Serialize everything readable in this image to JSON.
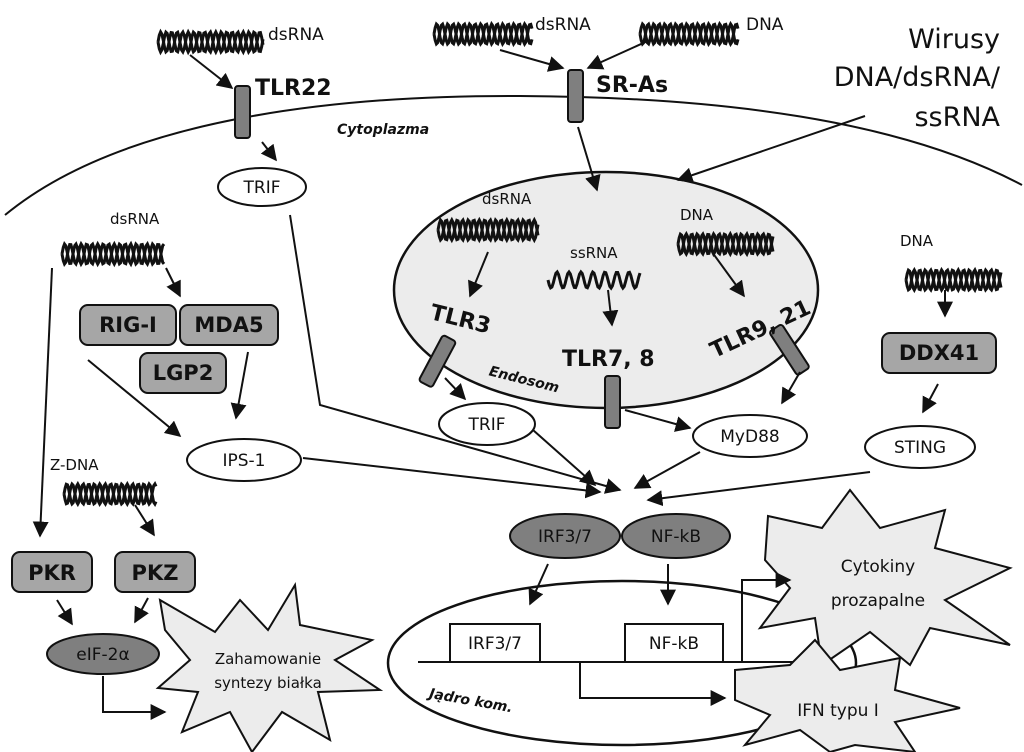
{
  "labels": {
    "dsrna_tl": "dsRNA",
    "dsrna_top": "dsRNA",
    "dna_top": "DNA",
    "virus_1": "Wirusy",
    "virus_2": "DNA/dsRNA/",
    "virus_3": "ssRNA",
    "tlr22": "TLR22",
    "sras": "SR-As",
    "cytoplasm": "Cytoplazma",
    "trif_top": "TRIF",
    "dsrna_endo": "dsRNA",
    "ssrna_endo": "ssRNA",
    "dna_endo": "DNA",
    "tlr3": "TLR3",
    "tlr78": "TLR7, 8",
    "tlr921": "TLR9, 21",
    "endosome": "Endosom",
    "dsrna_left": "dsRNA",
    "rigi": "RIG-I",
    "mda5": "MDA5",
    "lgp2": "LGP2",
    "ips1": "IPS-1",
    "trif_endo": "TRIF",
    "myd88": "MyD88",
    "dna_right": "DNA",
    "ddx41": "DDX41",
    "sting": "STING",
    "zdna": "Z-DNA",
    "pkr": "PKR",
    "pkz": "PKZ",
    "eif": "eIF-2α",
    "irf37": "IRF3/7",
    "nfkb": "NF-kB",
    "gene_irf": "IRF3/7",
    "gene_nfkb": "NF-kB",
    "nucleus": "Jądro kom.",
    "cyto_1": "Cytokiny",
    "cyto_2": "prozapalne",
    "ifn": "IFN typu I",
    "inhib_1": "Zahamowanie",
    "inhib_2": "syntezy białka"
  },
  "colors": {
    "receptor_fill": "#7f7f7f",
    "box_fill": "#a6a6a6",
    "endosome_fill": "#ececec",
    "burst_fill": "#ececec",
    "outline": "#111111"
  },
  "icons": [
    "dsrna-helix",
    "ssrna-wave",
    "dna-helix"
  ]
}
